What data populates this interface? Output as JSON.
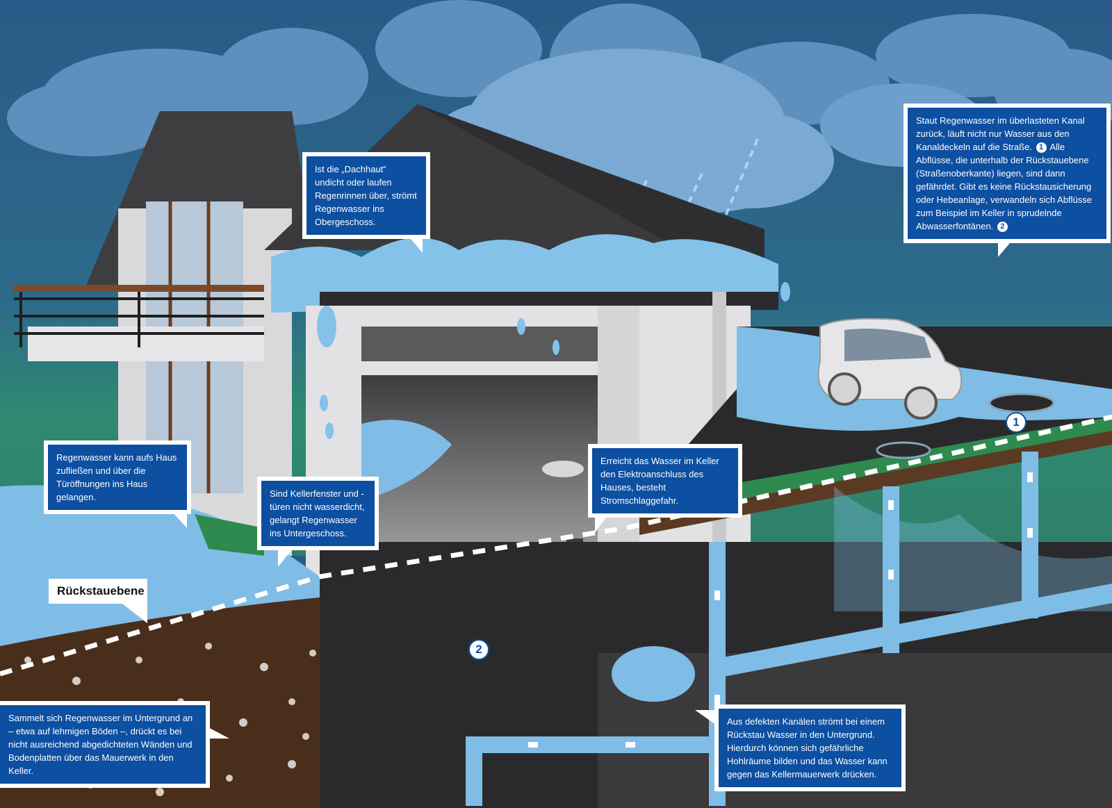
{
  "callouts": {
    "roof": "Ist die „Dachhaut“ undicht oder laufen Regenrinnen über, strömt Regenwasser ins Obergeschoss.",
    "street_a": "Staut Regenwasser im überlasteten Kanal zurück, läuft nicht nur Wasser aus den Kanaldeckeln auf die Straße.",
    "street_b": "Alle Abflüsse, die unterhalb der Rückstauebene (Straßenoberkante) liegen, sind dann gefährdet. Gibt es keine Rückstausicherung oder Hebeanlage, verwandeln sich Abflüsse zum Beispiel im Keller in sprudelnde Abwasserfontänen.",
    "door": "Regenwasser kann aufs Haus zufließen und über die Türöffnungen ins Haus gelangen.",
    "window": "Sind Kellerfenster und -türen nicht wasserdicht, gelangt Regenwasser ins Untergeschoss.",
    "electric": "Erreicht das Wasser im Keller den Elektroanschluss des Hauses, besteht Stromschlaggefahr.",
    "ground": "Sammelt sich Regenwasser im Untergrund an – etwa auf lehmigen Böden –, drückt es bei nicht ausreichend abgedichteten Wänden und Bodenplatten über das Mauerwerk in den Keller.",
    "sewer": "Aus defekten Kanälen strömt bei einem Rückstau Wasser in den Untergrund. Hierdurch können sich gefährliche Hohlräume bilden und das Wasser kann gegen das Kellermauerwerk drücken."
  },
  "labels": {
    "rueckstauebene": "Rückstauebene"
  },
  "markers": {
    "one": "1",
    "two": "2"
  },
  "colors": {
    "sky": "#2c5a86",
    "cloud": "#5d8fbc",
    "water": "#7fbde6",
    "callout": "#0d4fa1",
    "roof": "#3a3a3c",
    "soil": "#4a2e1c",
    "grass": "#2e8a4f"
  }
}
